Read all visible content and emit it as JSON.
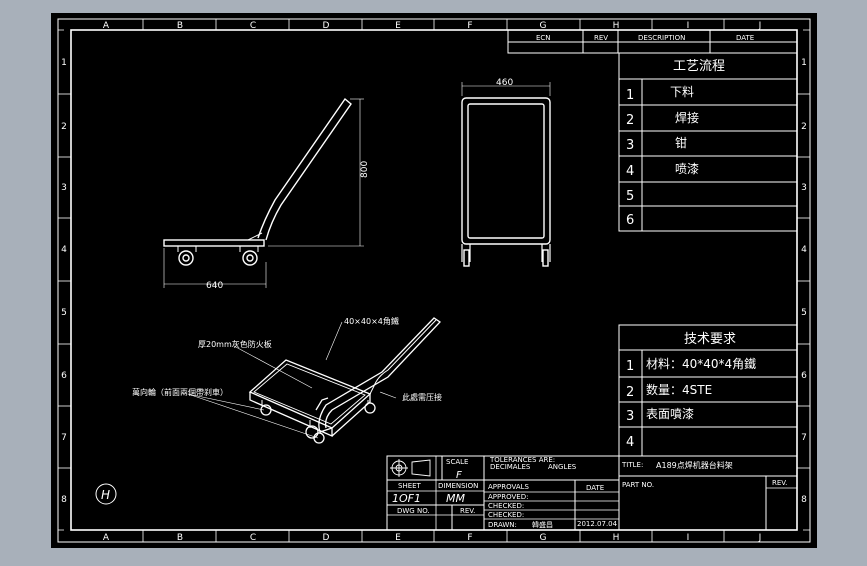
{
  "border": {
    "cols": [
      "A",
      "B",
      "C",
      "D",
      "E",
      "F",
      "G",
      "H",
      "I",
      "J"
    ],
    "rows": [
      "1",
      "2",
      "3",
      "4",
      "5",
      "6",
      "7",
      "8"
    ]
  },
  "revision_table": {
    "headers": [
      "ECN",
      "REV",
      "DESCRIPTION",
      "DATE"
    ]
  },
  "process": {
    "title": "工艺流程",
    "steps": [
      {
        "num": "1",
        "text": "下料"
      },
      {
        "num": "2",
        "text": "焊接"
      },
      {
        "num": "3",
        "text": "钳"
      },
      {
        "num": "4",
        "text": "喷漆"
      },
      {
        "num": "5",
        "text": ""
      },
      {
        "num": "6",
        "text": ""
      }
    ]
  },
  "tech": {
    "title": "技术要求",
    "items": [
      {
        "num": "1",
        "text": "材料：40*40*4角鐵"
      },
      {
        "num": "2",
        "text": "数量：4STE"
      },
      {
        "num": "3",
        "text": "表面噴漆"
      },
      {
        "num": "4",
        "text": ""
      }
    ]
  },
  "dimensions": {
    "side_width": "640",
    "side_height": "800",
    "front_width": "460"
  },
  "annotations": {
    "angle_steel": "40×40×4角鐵",
    "board": "厚20mm灰色防火板",
    "wheels": "萬向輪（前面兩個帶刹車）",
    "weld": "此處需压接"
  },
  "title_block": {
    "scale_label": "SCALE",
    "scale_value": "F",
    "tolerances": "TOLERANCES ARE:",
    "decimals": "DECIMALES",
    "angles": "ANGLES",
    "title_label": "TITLE:",
    "title_value": "A189点焊机器台料架",
    "sheet_label": "SHEET",
    "sheet_value": "1OF1",
    "dimension_label": "DIMENSION",
    "dimension_value": "MM",
    "approvals": "APPROVALS",
    "date_label": "DATE",
    "part_no": "PART NO.",
    "rev": "REV.",
    "approved": "APPROVED:",
    "checked1": "CHECKED:",
    "checked2": "CHECKED:",
    "drawn": "DRAWN:",
    "drawn_by": "韓盛昌",
    "drawn_date": "2012.07.04",
    "dwg_no": "DWG NO.",
    "rev2": "REV."
  },
  "logo": "H"
}
